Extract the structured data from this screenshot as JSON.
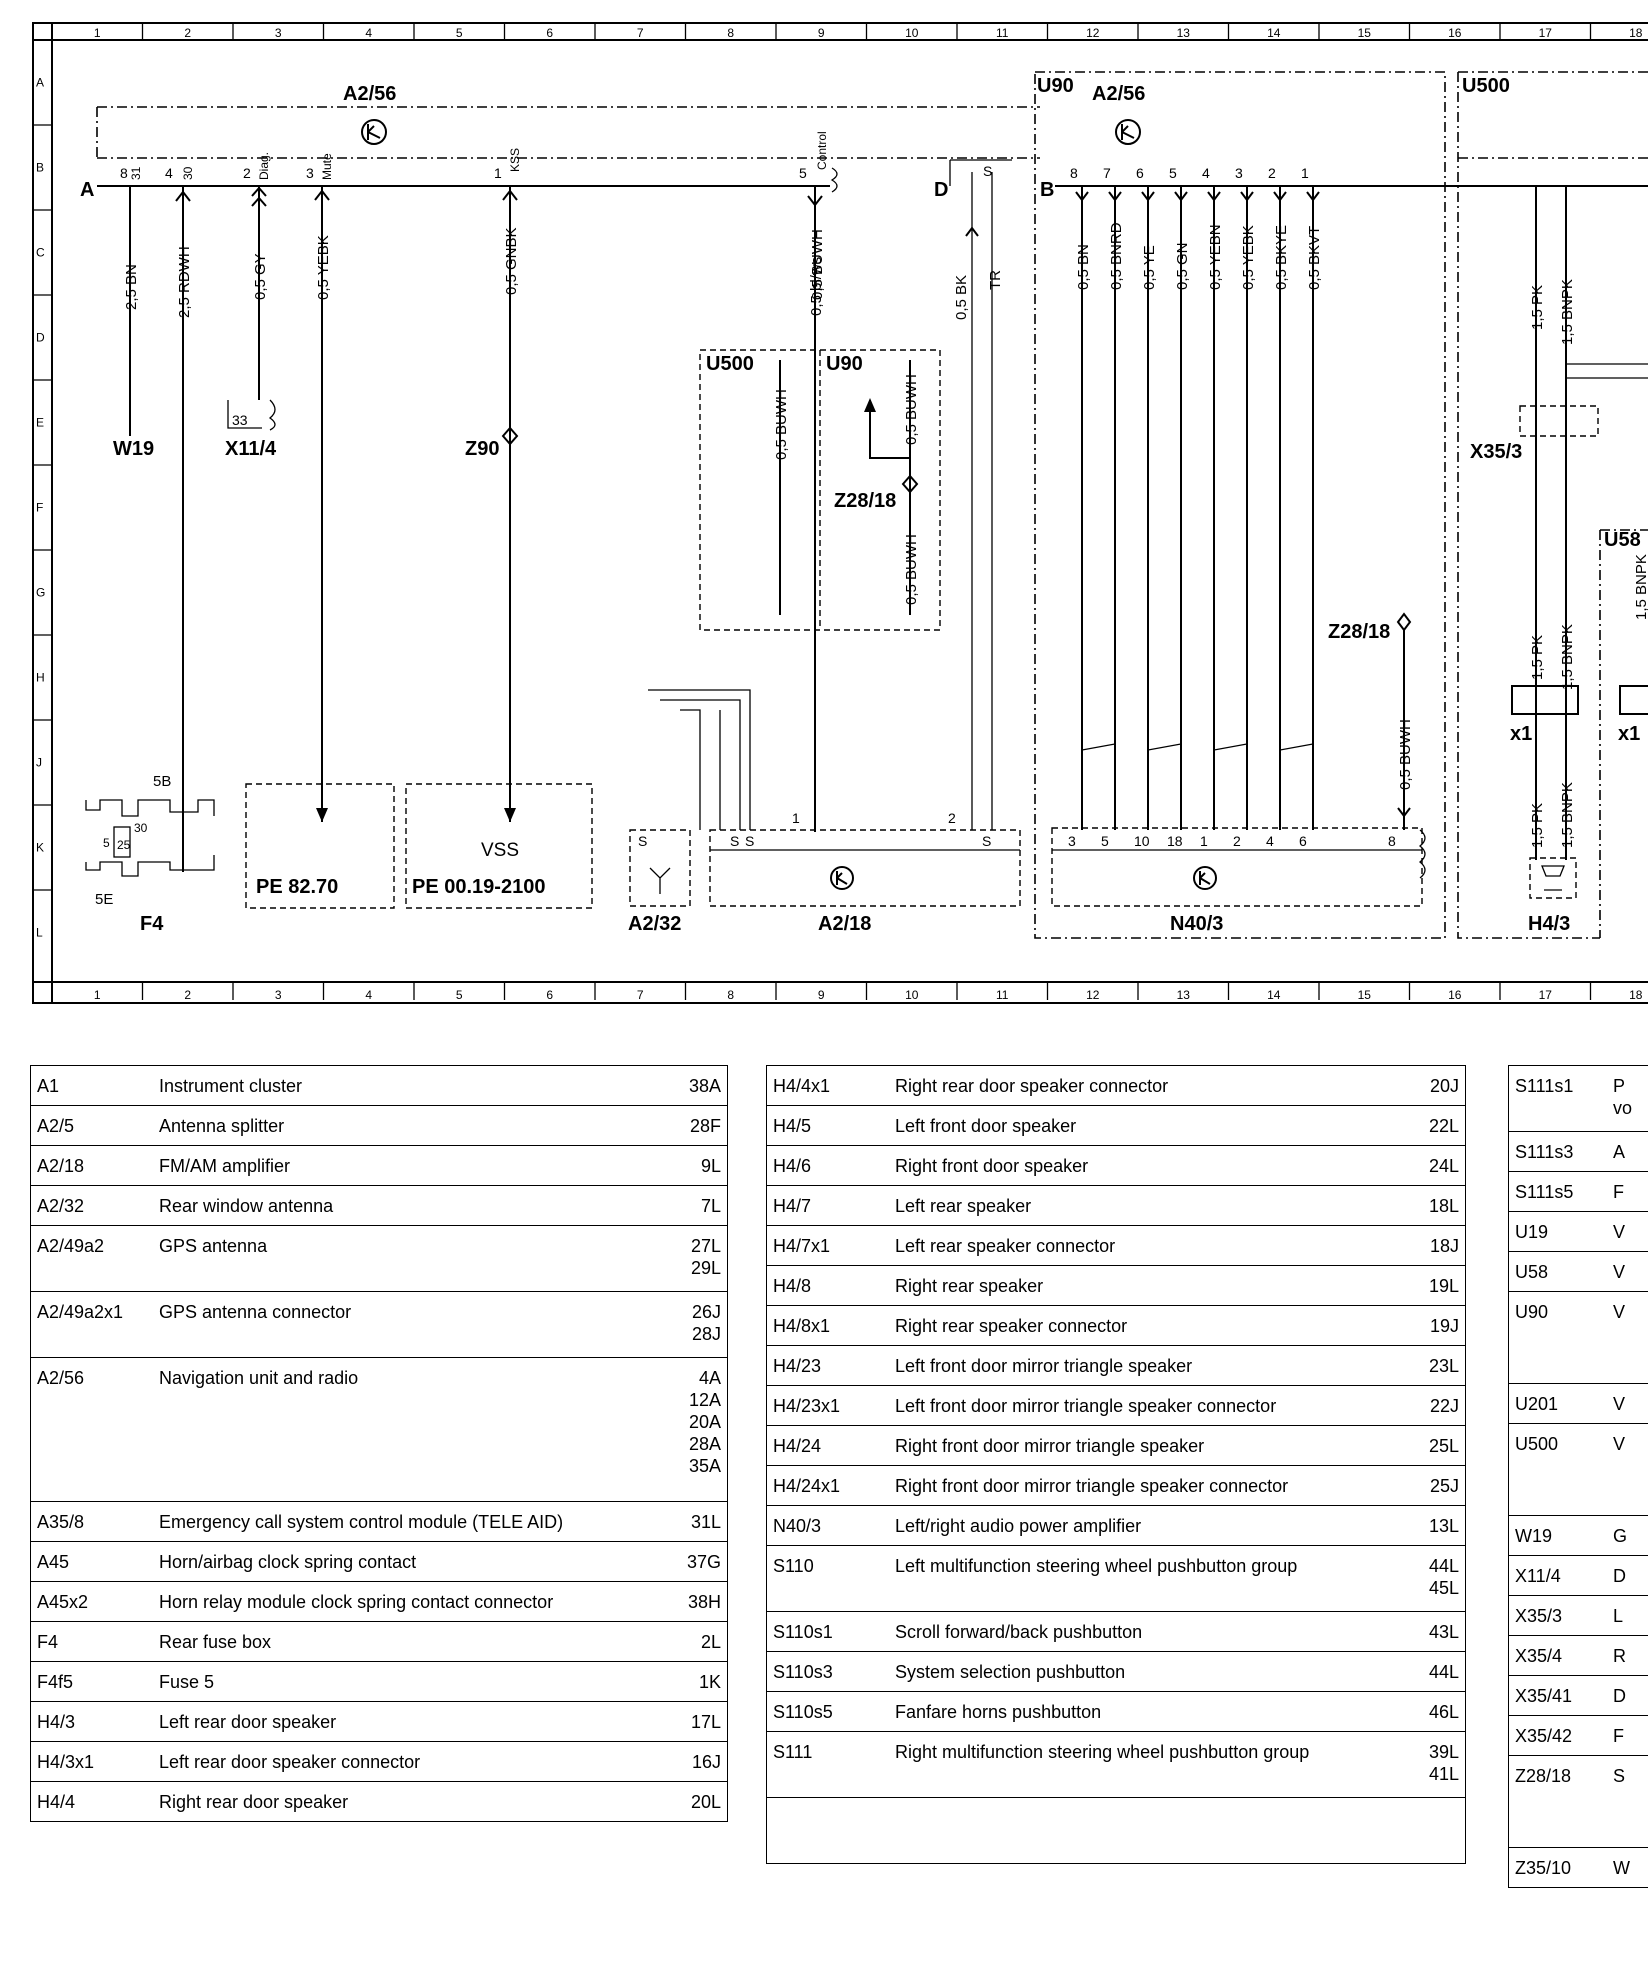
{
  "grid": {
    "columns": [
      "1",
      "2",
      "3",
      "4",
      "5",
      "6",
      "7",
      "8",
      "9",
      "10",
      "11",
      "12",
      "13",
      "14",
      "15",
      "16",
      "17",
      "18"
    ],
    "rows": [
      "A",
      "B",
      "C",
      "D",
      "E",
      "F",
      "G",
      "H",
      "J",
      "K",
      "L"
    ]
  },
  "diagram": {
    "comp_a256": "A2/56",
    "comp_a256_right": "A2/56",
    "zone_u90": "U90",
    "zone_u500": "U500",
    "zone_u500_inner": "U500",
    "zone_u90_inner": "U90",
    "zone_u58": "U58",
    "conn_a": "A",
    "conn_b": "B",
    "conn_d": "D",
    "w19": "W19",
    "x11_4": "X11/4",
    "x11_4_pin": "33",
    "z90": "Z90",
    "z28_18_mid": "Z28/18",
    "z28_18_right": "Z28/18",
    "x35_3": "X35/3",
    "x1_left": "x1",
    "x1_right": "x1",
    "f4": "F4",
    "f4_5b": "5B",
    "f4_5e": "5E",
    "f4_pin5": "5",
    "f4_pin25": "25",
    "f4_pin30": "30",
    "a2_32": "A2/32",
    "a2_18": "A2/18",
    "n40_3": "N40/3",
    "h4_3": "H4/3",
    "ref_pe82": "PE 82.70",
    "ref_pe00": "PE 00.19-2100",
    "vss": "VSS",
    "pin_31": "31",
    "pin_30": "30",
    "pin_diag": "Diag.",
    "pin_mute": "Mute",
    "pin_kss": "KSS",
    "pin_control": "Control",
    "wire_w19": "2,5 BN",
    "wire_f4": "2,5 RDWH",
    "wire_x11": "0,5 GY",
    "wire_mute": "0,5 YEBK",
    "wire_z90": "0,5 GNBK",
    "wire_control": "0,5 BUWH",
    "wire_u500": "0,5 BUWH",
    "wire_u90_up": "0,5 BUWH",
    "wire_u90_dn": "0,5 BUWH",
    "wire_blws": "0,5 bl/ws",
    "wire_bk": "0,5 BK",
    "wire_tr": "TR",
    "wire_n1": "0,5 BN",
    "wire_n2": "0,5 BNRD",
    "wire_n3": "0,5 YE",
    "wire_n4": "0,5 GN",
    "wire_n5": "0,5 YEBN",
    "wire_n6": "0,5 YEBK",
    "wire_n7": "0,5 BKYE",
    "wire_n8": "0,5 BKVT",
    "wire_n40_8": "0,5 BUWH",
    "wire_pk": "1,5 PK",
    "wire_bnpk": "1,5 BNPK",
    "wire_pk2": "1,5 PK",
    "wire_bnpk2": "1,5 BNPK",
    "wire_pk3": "1,5 PK",
    "wire_bnpk3": "1,5 BNPK",
    "wire_u58_cut": "1,5 BNPK"
  },
  "legend": [
    [
      {
        "code": "A1",
        "desc": "Instrument cluster",
        "loc": [
          "38A"
        ]
      },
      {
        "code": "A2/5",
        "desc": "Antenna splitter",
        "loc": [
          "28F"
        ]
      },
      {
        "code": "A2/18",
        "desc": "FM/AM amplifier",
        "loc": [
          "9L"
        ]
      },
      {
        "code": "A2/32",
        "desc": "Rear window antenna",
        "loc": [
          "7L"
        ]
      },
      {
        "code": "A2/49a2",
        "desc": "GPS antenna",
        "loc": [
          "27L",
          "29L"
        ],
        "h": 2
      },
      {
        "code": "A2/49a2x1",
        "desc": "GPS antenna connector",
        "loc": [
          "26J",
          "28J"
        ],
        "h": 2
      },
      {
        "code": "A2/56",
        "desc": "Navigation unit and radio",
        "loc": [
          "4A",
          "12A",
          "20A",
          "28A",
          "35A"
        ],
        "h": 5
      },
      {
        "code": "A35/8",
        "desc": "Emergency call system control module (TELE AID)",
        "loc": [
          "31L"
        ]
      },
      {
        "code": "A45",
        "desc": "Horn/airbag clock spring contact",
        "loc": [
          "37G"
        ]
      },
      {
        "code": "A45x2",
        "desc": "Horn relay module clock spring contact connector",
        "loc": [
          "38H"
        ]
      },
      {
        "code": "F4",
        "desc": "Rear fuse box",
        "loc": [
          "2L"
        ]
      },
      {
        "code": "F4f5",
        "desc": "Fuse 5",
        "loc": [
          "1K"
        ]
      },
      {
        "code": "H4/3",
        "desc": "Left rear door speaker",
        "loc": [
          "17L"
        ]
      },
      {
        "code": "H4/3x1",
        "desc": "Left rear door speaker connector",
        "loc": [
          "16J"
        ]
      },
      {
        "code": "H4/4",
        "desc": "Right rear door speaker",
        "loc": [
          "20L"
        ]
      }
    ],
    [
      {
        "code": "H4/4x1",
        "desc": "Right rear door speaker connector",
        "loc": [
          "20J"
        ]
      },
      {
        "code": "H4/5",
        "desc": "Left front door speaker",
        "loc": [
          "22L"
        ]
      },
      {
        "code": "H4/6",
        "desc": "Right front door speaker",
        "loc": [
          "24L"
        ]
      },
      {
        "code": "H4/7",
        "desc": "Left rear speaker",
        "loc": [
          "18L"
        ]
      },
      {
        "code": "H4/7x1",
        "desc": "Left rear speaker connector",
        "loc": [
          "18J"
        ]
      },
      {
        "code": "H4/8",
        "desc": "Right rear speaker",
        "loc": [
          "19L"
        ]
      },
      {
        "code": "H4/8x1",
        "desc": "Right rear speaker connector",
        "loc": [
          "19J"
        ]
      },
      {
        "code": "H4/23",
        "desc": "Left front door mirror triangle speaker",
        "loc": [
          "23L"
        ]
      },
      {
        "code": "H4/23x1",
        "desc": "Left front door mirror triangle speaker connector",
        "loc": [
          "22J"
        ]
      },
      {
        "code": "H4/24",
        "desc": "Right front door mirror triangle speaker",
        "loc": [
          "25L"
        ]
      },
      {
        "code": "H4/24x1",
        "desc": "Right front door mirror triangle speaker connector",
        "loc": [
          "25J"
        ]
      },
      {
        "code": "N40/3",
        "desc": "Left/right audio power amplifier",
        "loc": [
          "13L"
        ]
      },
      {
        "code": "S110",
        "desc": "Left multifunction steering wheel pushbutton group",
        "loc": [
          "44L",
          "45L"
        ],
        "h": 2
      },
      {
        "code": "S110s1",
        "desc": "Scroll forward/back pushbutton",
        "loc": [
          "43L"
        ]
      },
      {
        "code": "S110s3",
        "desc": "System selection pushbutton",
        "loc": [
          "44L"
        ]
      },
      {
        "code": "S110s5",
        "desc": "Fanfare horns pushbutton",
        "loc": [
          "46L"
        ]
      },
      {
        "code": "S111",
        "desc": "Right multifunction steering wheel pushbutton group",
        "loc": [
          "39L",
          "41L"
        ],
        "h": 2
      },
      {
        "code": "",
        "desc": "",
        "loc": [],
        "h": 2
      }
    ],
    [
      {
        "code": "S111s1",
        "desc": "P",
        "desc2": "vo",
        "loc": [],
        "h": 2
      },
      {
        "code": "S111s3",
        "desc": "A",
        "loc": []
      },
      {
        "code": "S111s5",
        "desc": "F",
        "loc": []
      },
      {
        "code": "U19",
        "desc": "V",
        "loc": []
      },
      {
        "code": "U58",
        "desc": "V",
        "loc": []
      },
      {
        "code": "U90",
        "desc": "V",
        "loc": [],
        "h": 3
      },
      {
        "code": "U201",
        "desc": "V",
        "loc": []
      },
      {
        "code": "U500",
        "desc": "V",
        "loc": [],
        "h": 3
      },
      {
        "code": "W19",
        "desc": "G",
        "loc": []
      },
      {
        "code": "X11/4",
        "desc": "D",
        "loc": []
      },
      {
        "code": "X35/3",
        "desc": "L",
        "loc": []
      },
      {
        "code": "X35/4",
        "desc": "R",
        "loc": []
      },
      {
        "code": "X35/41",
        "desc": "D",
        "loc": []
      },
      {
        "code": "X35/42",
        "desc": "F",
        "loc": []
      },
      {
        "code": "Z28/18",
        "desc": "S",
        "loc": [],
        "h": 3
      },
      {
        "code": "Z35/10",
        "desc": "W",
        "loc": []
      }
    ]
  ]
}
